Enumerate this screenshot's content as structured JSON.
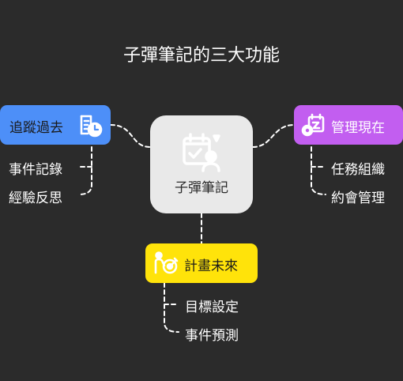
{
  "title": "子彈筆記的三大功能",
  "center": {
    "label": "子彈筆記",
    "icon": "notebook-check-icon"
  },
  "branches": [
    {
      "label": "追蹤過去",
      "icon": "document-clock-icon",
      "color": "#4d8ff8",
      "text_color": "#1a1a1a",
      "items": [
        "事件記錄",
        "經驗反思"
      ]
    },
    {
      "label": "管理現在",
      "icon": "calendar-gear-icon",
      "color": "#c25ef0",
      "text_color": "#ffffff",
      "items": [
        "任務組織",
        "約會管理"
      ]
    },
    {
      "label": "計畫未來",
      "icon": "person-target-icon",
      "color": "#ffe30a",
      "text_color": "#1a1a1a",
      "items": [
        "目標設定",
        "事件預測"
      ]
    }
  ]
}
